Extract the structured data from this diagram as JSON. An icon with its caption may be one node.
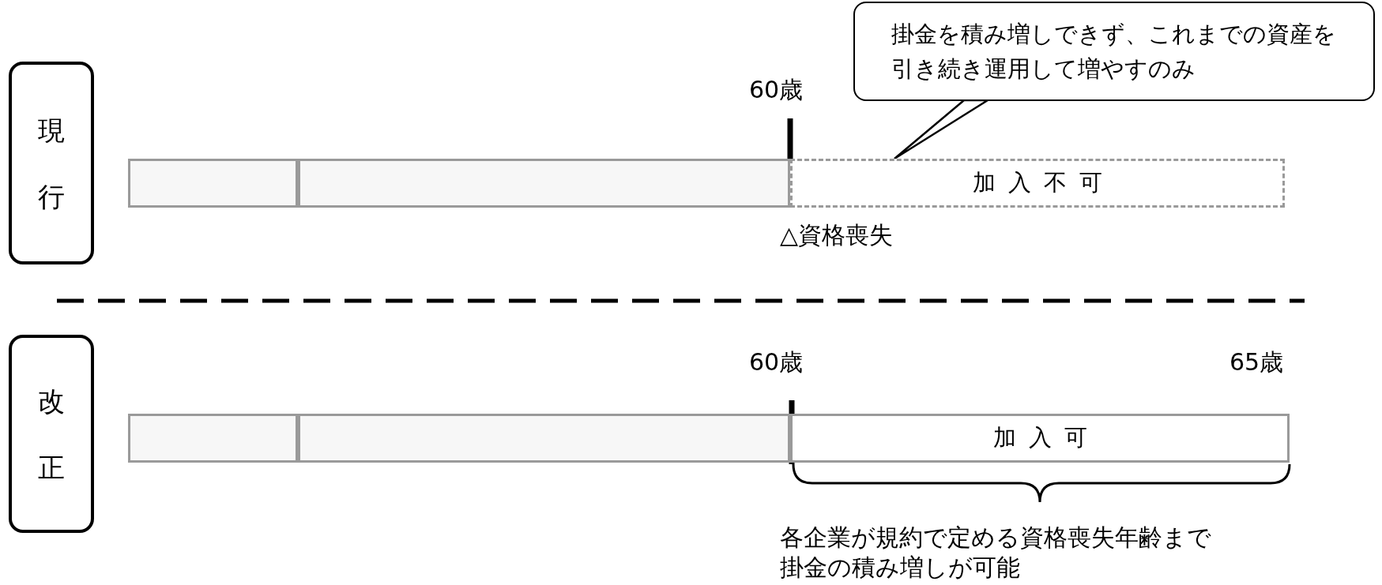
{
  "diagram": {
    "nodes": [
      {
        "text": [
          "現行"
        ]
      },
      {
        "text": [
          "掛金を積み増しできず、これまでの資産を引き続き運用して増やすのみ"
        ]
      },
      {
        "text": [],
        "shape": "box"
      },
      {
        "text": [],
        "shape": "box"
      },
      {
        "text": [
          "加入不可"
        ]
      },
      {
        "text": [
          "改正"
        ]
      },
      {
        "text": [],
        "shape": "box"
      },
      {
        "text": [],
        "shape": "box"
      },
      {
        "text": [
          "加入可"
        ]
      }
    ],
    "edges": [
      {
        "from": 1,
        "to": 4,
        "arrow": "none"
      }
    ],
    "labels": [
      "60歳",
      "△資格喪失",
      "60歳",
      "65歳",
      "各企業が規約で定める資格喪失年齢まで掛金の積み増しが可能"
    ]
  }
}
